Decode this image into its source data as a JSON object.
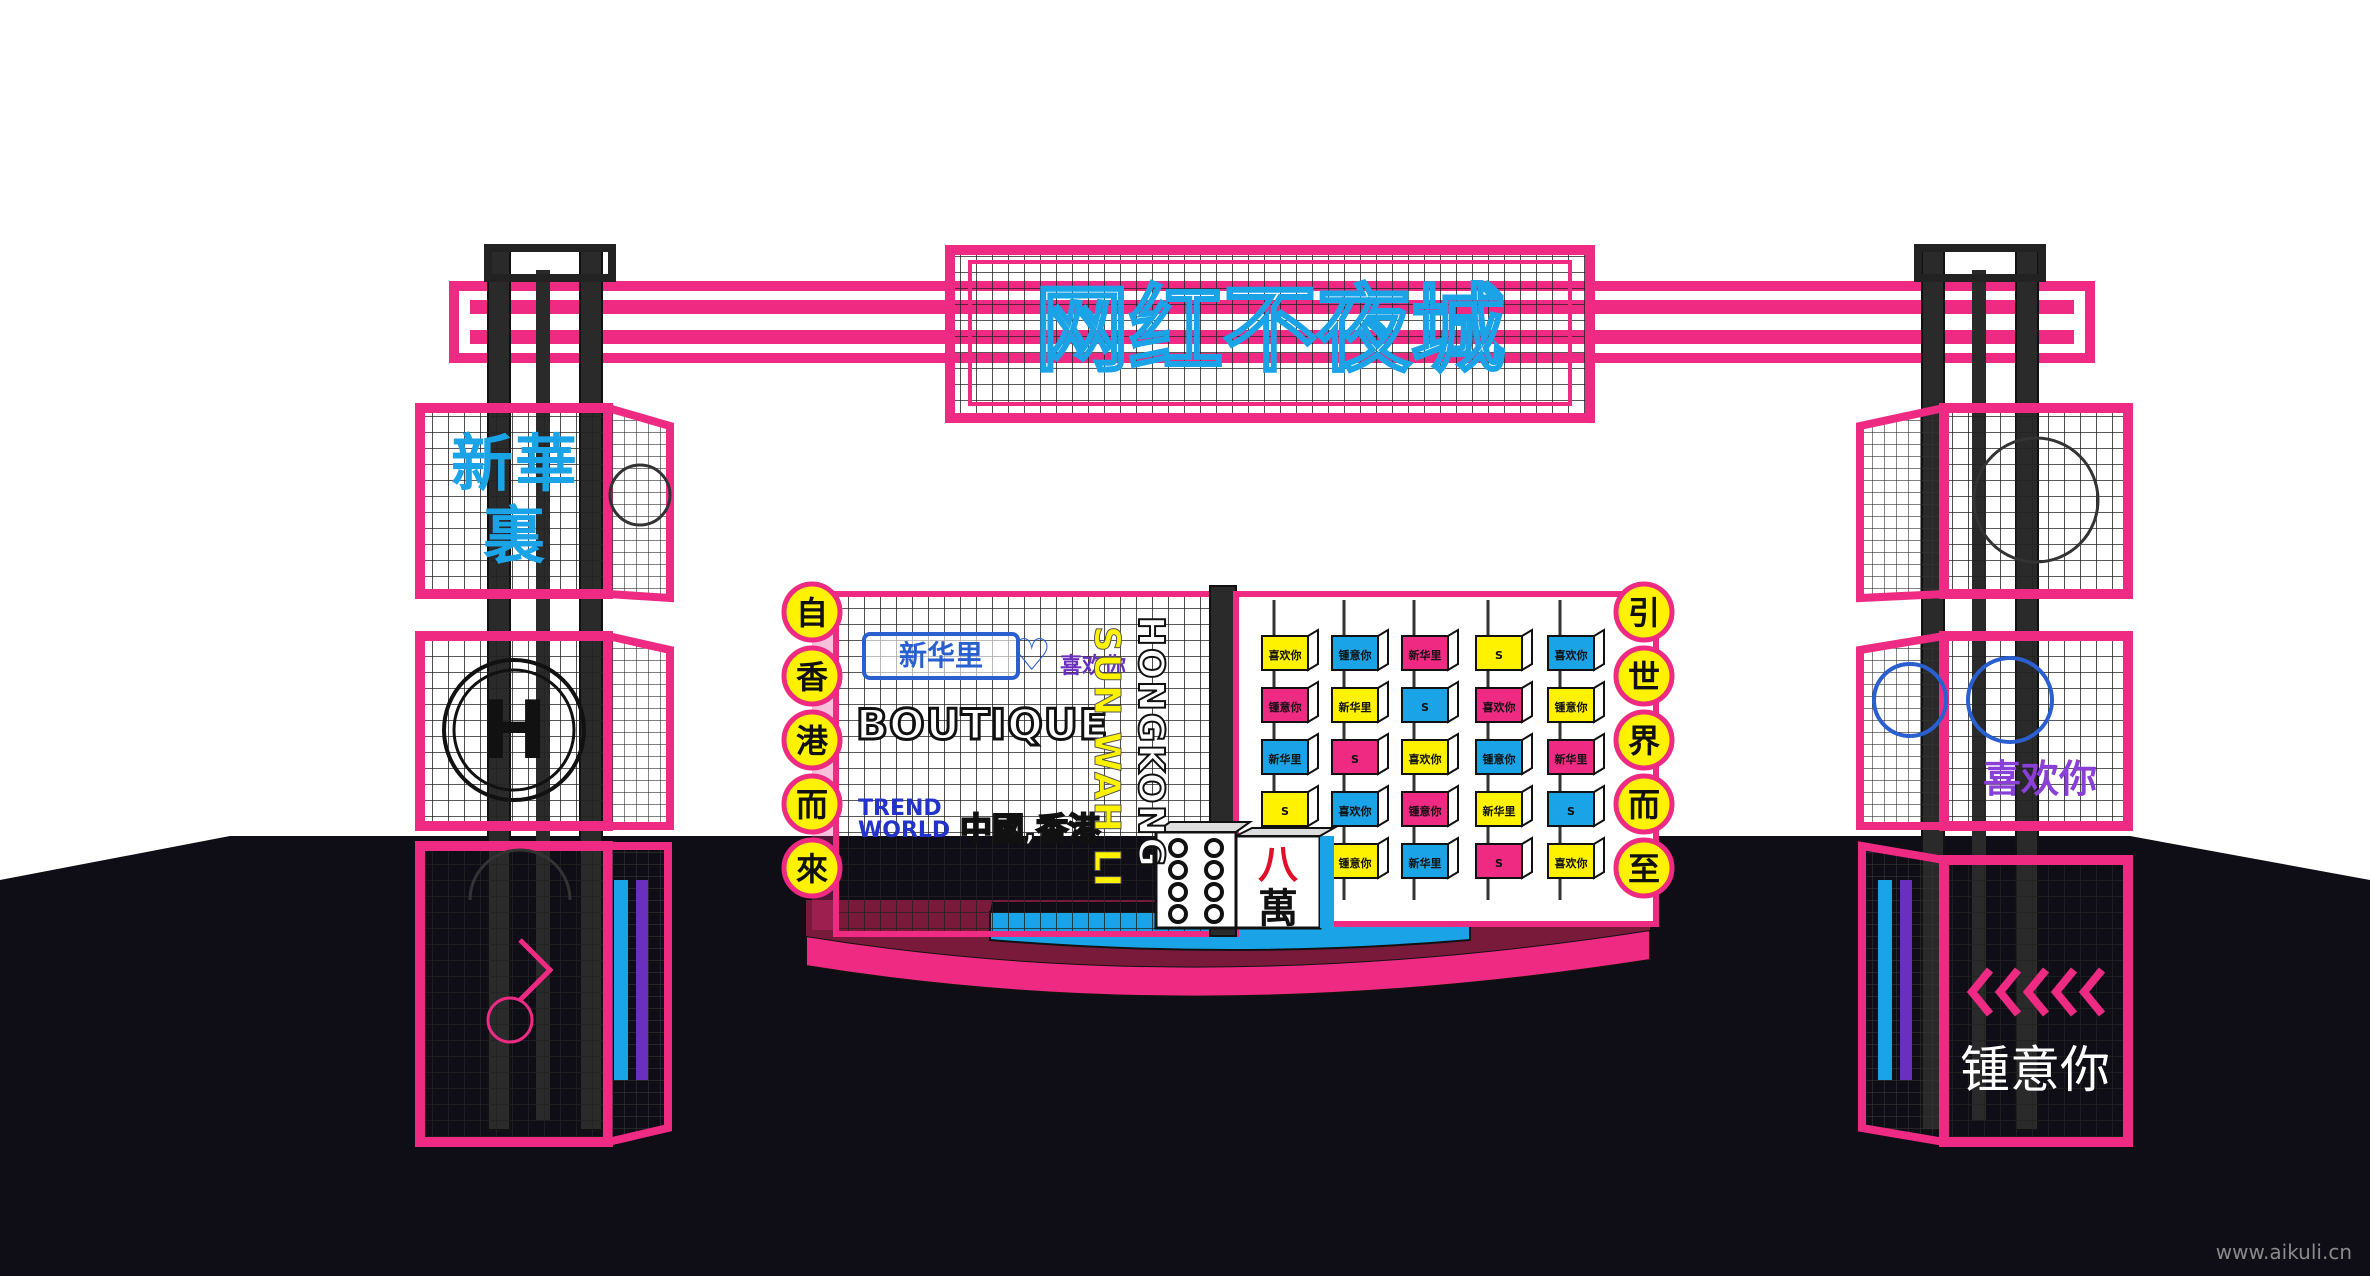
{
  "colors": {
    "pink": "#ee2a83",
    "black": "#0f0d16",
    "cyan": "#1aa3e6",
    "yellow": "#fff200",
    "purple": "#6b2fc0"
  },
  "header_sign": {
    "title": "网红不夜城"
  },
  "left_tower": {
    "top_sign": "新華裏"
  },
  "right_tower": {
    "mid_sign": "喜欢你",
    "bottom_sign": "锺意你"
  },
  "left_circles": [
    "自",
    "香",
    "港",
    "而",
    "來"
  ],
  "right_circles": [
    "引",
    "世",
    "界",
    "而",
    "至"
  ],
  "back_wall": {
    "logo_text": "新华里",
    "logo_tag": "喜欢你",
    "boutique": "BOUTIQUE",
    "trend_line1": "TREND",
    "trend_line2": "WORLD",
    "location": "中國,香港",
    "vertical_1": "HONGKONG",
    "vertical_2": "SUN WAH LI"
  },
  "cube_labels": [
    "喜欢你",
    "锺意你",
    "新华里",
    "S"
  ],
  "mahjong": {
    "char_top": "八",
    "char_bottom": "萬"
  },
  "watermark": "www.aikuli.cn"
}
